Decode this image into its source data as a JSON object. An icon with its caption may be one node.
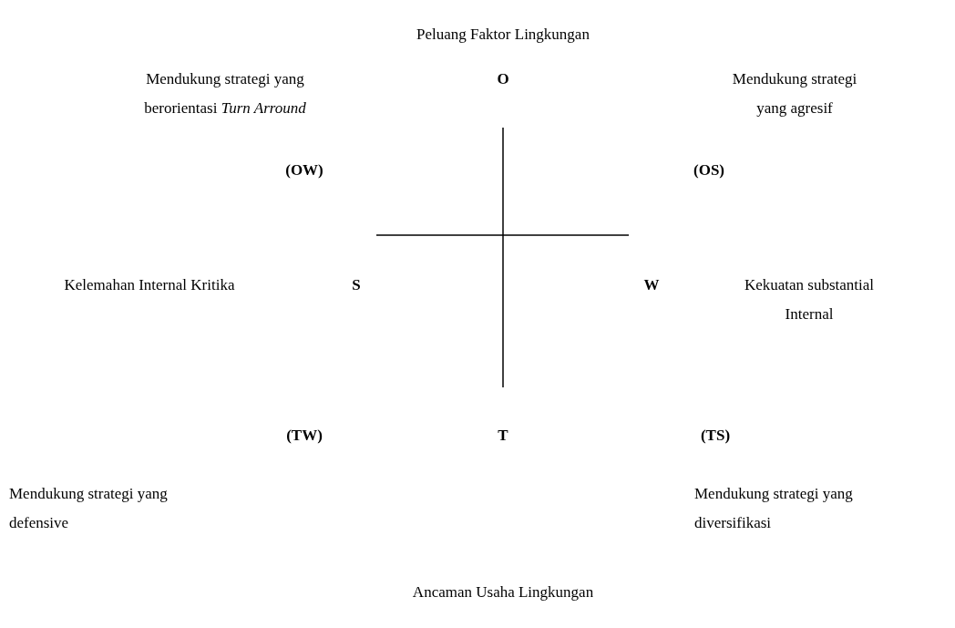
{
  "diagram": {
    "labels": [
      "Peluang Faktor Lingkungan",
      "Mendukung strategi yang berorientasi *Turn Arround*",
      "O",
      "Mendukung strategi yang agresif",
      "(OW)",
      "(OS)",
      "Kelemahan Internal Kritika",
      "S",
      "W",
      "Kekuatan substantial Internal",
      "(TW)",
      "T",
      "(TS)",
      "Mendukung strategi yang defensive",
      "Mendukung strategi yang diversifikasi",
      "Ancaman Usaha Lingkungan"
    ]
  }
}
